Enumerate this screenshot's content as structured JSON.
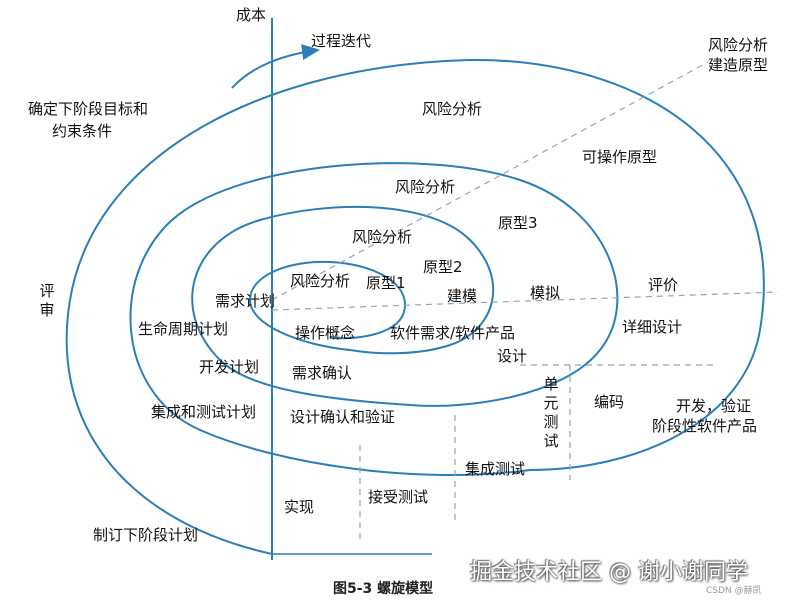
{
  "axis": {
    "cost": "成本"
  },
  "labels": {
    "process_iteration": "过程迭代",
    "determine_goals": "确定下阶段目标和",
    "determine_goals_2": "约束条件",
    "review": "评审",
    "plan_next": "制订下阶段计划",
    "risk_analysis_outer": "风险分析",
    "risk_analysis_2": "风险分析",
    "risk_analysis_3": "风险分析",
    "risk_analysis_4": "风险分析",
    "risk_build_prototype_1": "风险分析",
    "risk_build_prototype_2": "建造原型",
    "operable_prototype": "可操作原型",
    "prototype_3": "原型3",
    "prototype_2": "原型2",
    "prototype_1": "原型1",
    "requirements_plan": "需求计划",
    "lifecycle_plan": "生命周期计划",
    "development_plan": "开发计划",
    "integration_test_plan": "集成和测试计划",
    "operation_concept": "操作概念",
    "requirements_confirm": "需求确认",
    "software_requirements": "软件需求/软件产品",
    "design": "设计",
    "design_verify": "设计确认和验证",
    "modeling": "建模",
    "simulation": "模拟",
    "evaluation": "评价",
    "detailed_design": "详细设计",
    "coding": "编码",
    "unit_test": "单元测试",
    "integration_test": "集成测试",
    "acceptance_test": "接受测试",
    "implementation": "实现",
    "develop_verify": "开发，验证",
    "next_level_product": "阶段性软件产品"
  },
  "caption": "图5-3    螺旋模型",
  "watermark": "掘金技术社区 @ 谢小谢同学",
  "watermark_small": "CSDN @赫凯"
}
